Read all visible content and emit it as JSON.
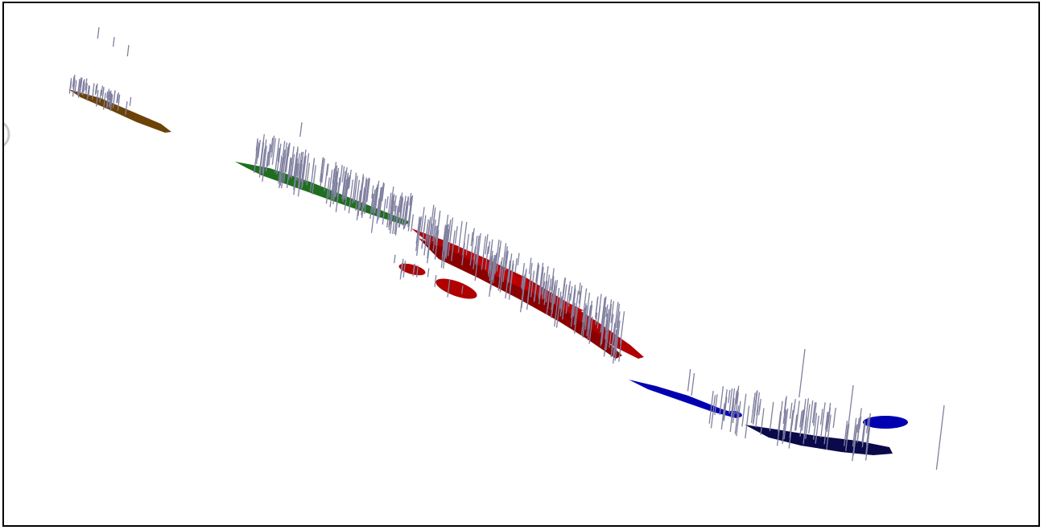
{
  "viewport": {
    "background": "#ffffff",
    "frame_color": "#000000"
  },
  "drillhole_color": "#8080a0",
  "bodies": [
    {
      "name": "orebody-brown",
      "color": "#6b4308"
    },
    {
      "name": "orebody-green",
      "color": "#1f6e1f"
    },
    {
      "name": "orebody-red",
      "color": "#b00000"
    },
    {
      "name": "orebody-blue",
      "color": "#0000b0"
    },
    {
      "name": "orebody-navy",
      "color": "#0a0a4a"
    }
  ],
  "icons": {
    "nav_arc": "rotate-handle-icon"
  }
}
